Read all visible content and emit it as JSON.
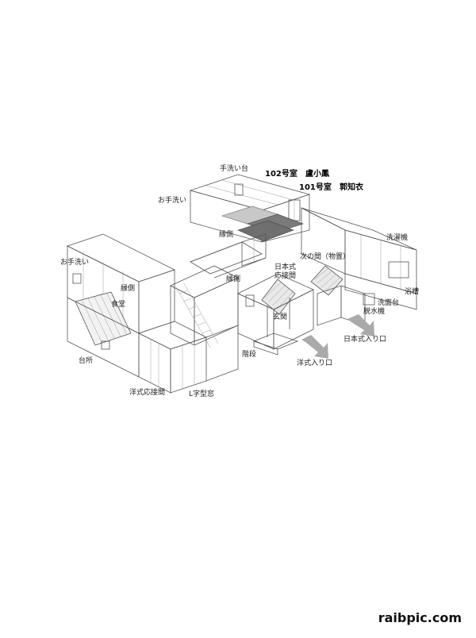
{
  "labels": {
    "room102": "102号室",
    "name102": "盧小鳳",
    "room101": "101号室",
    "name101": "郭知衣",
    "handwash_stand": "手洗い台",
    "toilet_upper": "お手洗い",
    "veranda_upper": "縁側",
    "toilet_left": "お手洗い",
    "veranda_left": "縁側",
    "dining": "食堂",
    "veranda_mid": "縁側",
    "kitchen": "台所",
    "western_reception": "洋式応接間",
    "l_window": "L字型窓",
    "stairs": "階段",
    "japanese_reception": "日本式\n応接間",
    "next_room": "次の間（物置）",
    "entrance": "玄関",
    "western_entry": "洋式入り口",
    "japanese_entry": "日本式入り口",
    "washing_machine": "洗濯機",
    "bathtub": "浴槽",
    "wash_basin": "洗面台",
    "spin_dryer": "脱水機"
  },
  "watermark": "raibpic.com",
  "colors": {
    "room102_fill": "#c8c8c8",
    "room101_fill": "#7a7a7a",
    "arrow_fill": "#aaaaaa"
  }
}
